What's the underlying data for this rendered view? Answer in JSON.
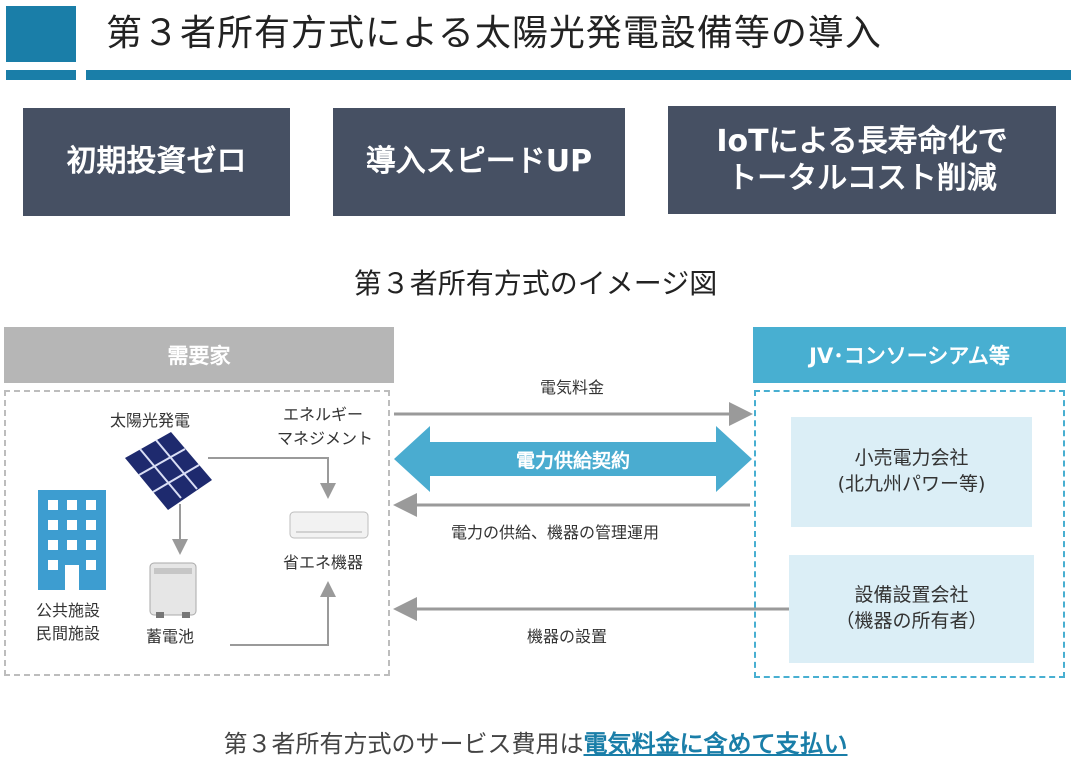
{
  "header": {
    "title": "第３者所有方式による太陽光発電設備等の導入"
  },
  "features": [
    {
      "label": "初期投資ゼロ"
    },
    {
      "label": "導入スピードUP"
    },
    {
      "line1": "IoTによる長寿命化で",
      "line2": "トータルコスト削減"
    }
  ],
  "diagram": {
    "title": "第３者所有方式のイメージ図",
    "left_header": "需要家",
    "right_header": "JV･コンソーシアム等",
    "left": {
      "solar_label": "太陽光発電",
      "energy_mgmt_line1": "エネルギー",
      "energy_mgmt_line2": "マネジメント",
      "appliance_label": "省エネ機器",
      "battery_label": "蓄電池",
      "building_line1": "公共施設",
      "building_line2": "民間施設"
    },
    "flows": {
      "fee": "電気料金",
      "contract": "電力供給契約",
      "supply": "電力の供給、機器の管理運用",
      "install": "機器の設置"
    },
    "companies": [
      {
        "line1": "小売電力会社",
        "line2": "(北九州パワー等)"
      },
      {
        "line1": "設備設置会社",
        "line2": "（機器の所有者）"
      }
    ]
  },
  "footer": {
    "prefix": "第３者所有方式のサービス費用は",
    "emphasis": "電気料金に含めて支払い"
  },
  "colors": {
    "accent_blue": "#1a7ea8",
    "feature_box": "#465063",
    "consumer_header": "#b6b6b6",
    "provider_header": "#48afd1",
    "company_fill": "#dbeef6",
    "contract_arrow": "#4aacd0"
  }
}
